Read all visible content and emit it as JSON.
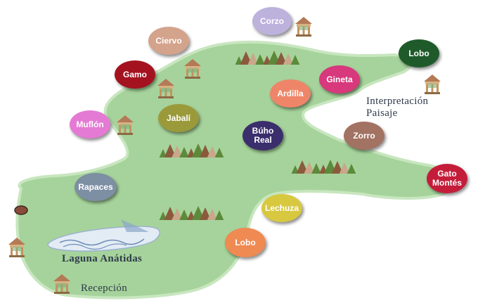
{
  "map": {
    "colors": {
      "land": "#a6d39b",
      "land_edge": "#c8e6bf",
      "tree_dark": "#5c8a3a",
      "tree_brown": "#8b5a3c",
      "tree_tan": "#c9a78a",
      "lake": "#e3ecf5",
      "lake_wave": "#6f8fb8",
      "kiosk": "#c9a06a"
    },
    "animals": [
      {
        "id": "corzo",
        "label": "Corzo",
        "color": "#bcb2dc"
      },
      {
        "id": "ciervo",
        "label": "Ciervo",
        "color": "#d4a38b"
      },
      {
        "id": "gamo",
        "label": "Gamo",
        "color": "#a4121f"
      },
      {
        "id": "jabali",
        "label": "Jabalí",
        "color": "#9b9a3b"
      },
      {
        "id": "muflon",
        "label": "Muflón",
        "color": "#e47ad4"
      },
      {
        "id": "buho",
        "label": "Búho\nReal",
        "color": "#3b2e6c"
      },
      {
        "id": "ardilla",
        "label": "Ardilla",
        "color": "#ef8568"
      },
      {
        "id": "gineta",
        "label": "Gineta",
        "color": "#d8387c"
      },
      {
        "id": "lobo1",
        "label": "Lobo",
        "color": "#1f5a2b"
      },
      {
        "id": "zorro",
        "label": "Zorro",
        "color": "#a27262"
      },
      {
        "id": "gato",
        "label": "Gato\nMontés",
        "color": "#c41d3a"
      },
      {
        "id": "rapaces",
        "label": "Rapaces",
        "color": "#7d8fa3"
      },
      {
        "id": "lechuza",
        "label": "Lechuza",
        "color": "#d8c840"
      },
      {
        "id": "lobo2",
        "label": "Lobo",
        "color": "#ef8a52"
      }
    ],
    "places": {
      "interpretacion": "Interpretación\nPaisaje",
      "laguna": "Laguna Anátidas",
      "recepcion": "Recepción"
    }
  }
}
